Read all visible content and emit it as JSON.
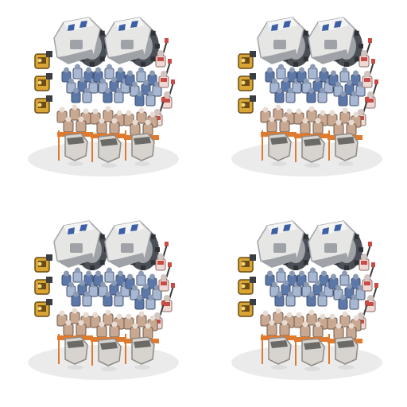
{
  "sprite_sheet": {
    "grid": {
      "rows": 2,
      "columns": 2
    },
    "frame_count": 4,
    "subject": "squad-formation-icon",
    "composition": {
      "heavy_tanks": 2,
      "gold_mechs": 3,
      "blue_infantry_groups": 3,
      "red_rocket_troopers": 4,
      "rifle_troopers": 3,
      "hover_pods": 3
    },
    "palette": {
      "tank_armor": "#e6e6e4",
      "tank_shadow": "#9fa3a8",
      "tank_accent": "#3d5fa6",
      "tread": "#4b4f56",
      "gold_mech": "#d9a533",
      "gold_dark": "#6b4b17",
      "infantry_blue": "#5c78a8",
      "infantry_light": "#a9b8d2",
      "rocket_red": "#c84b46",
      "rocket_light": "#f0d8d4",
      "tan_trooper": "#c9a892",
      "orange_stripe": "#e07a2e",
      "pod_body": "#d7d3cf",
      "pod_dark": "#6c6a66",
      "background": "#ffffff",
      "ground_shadow": "#dddddd"
    }
  }
}
